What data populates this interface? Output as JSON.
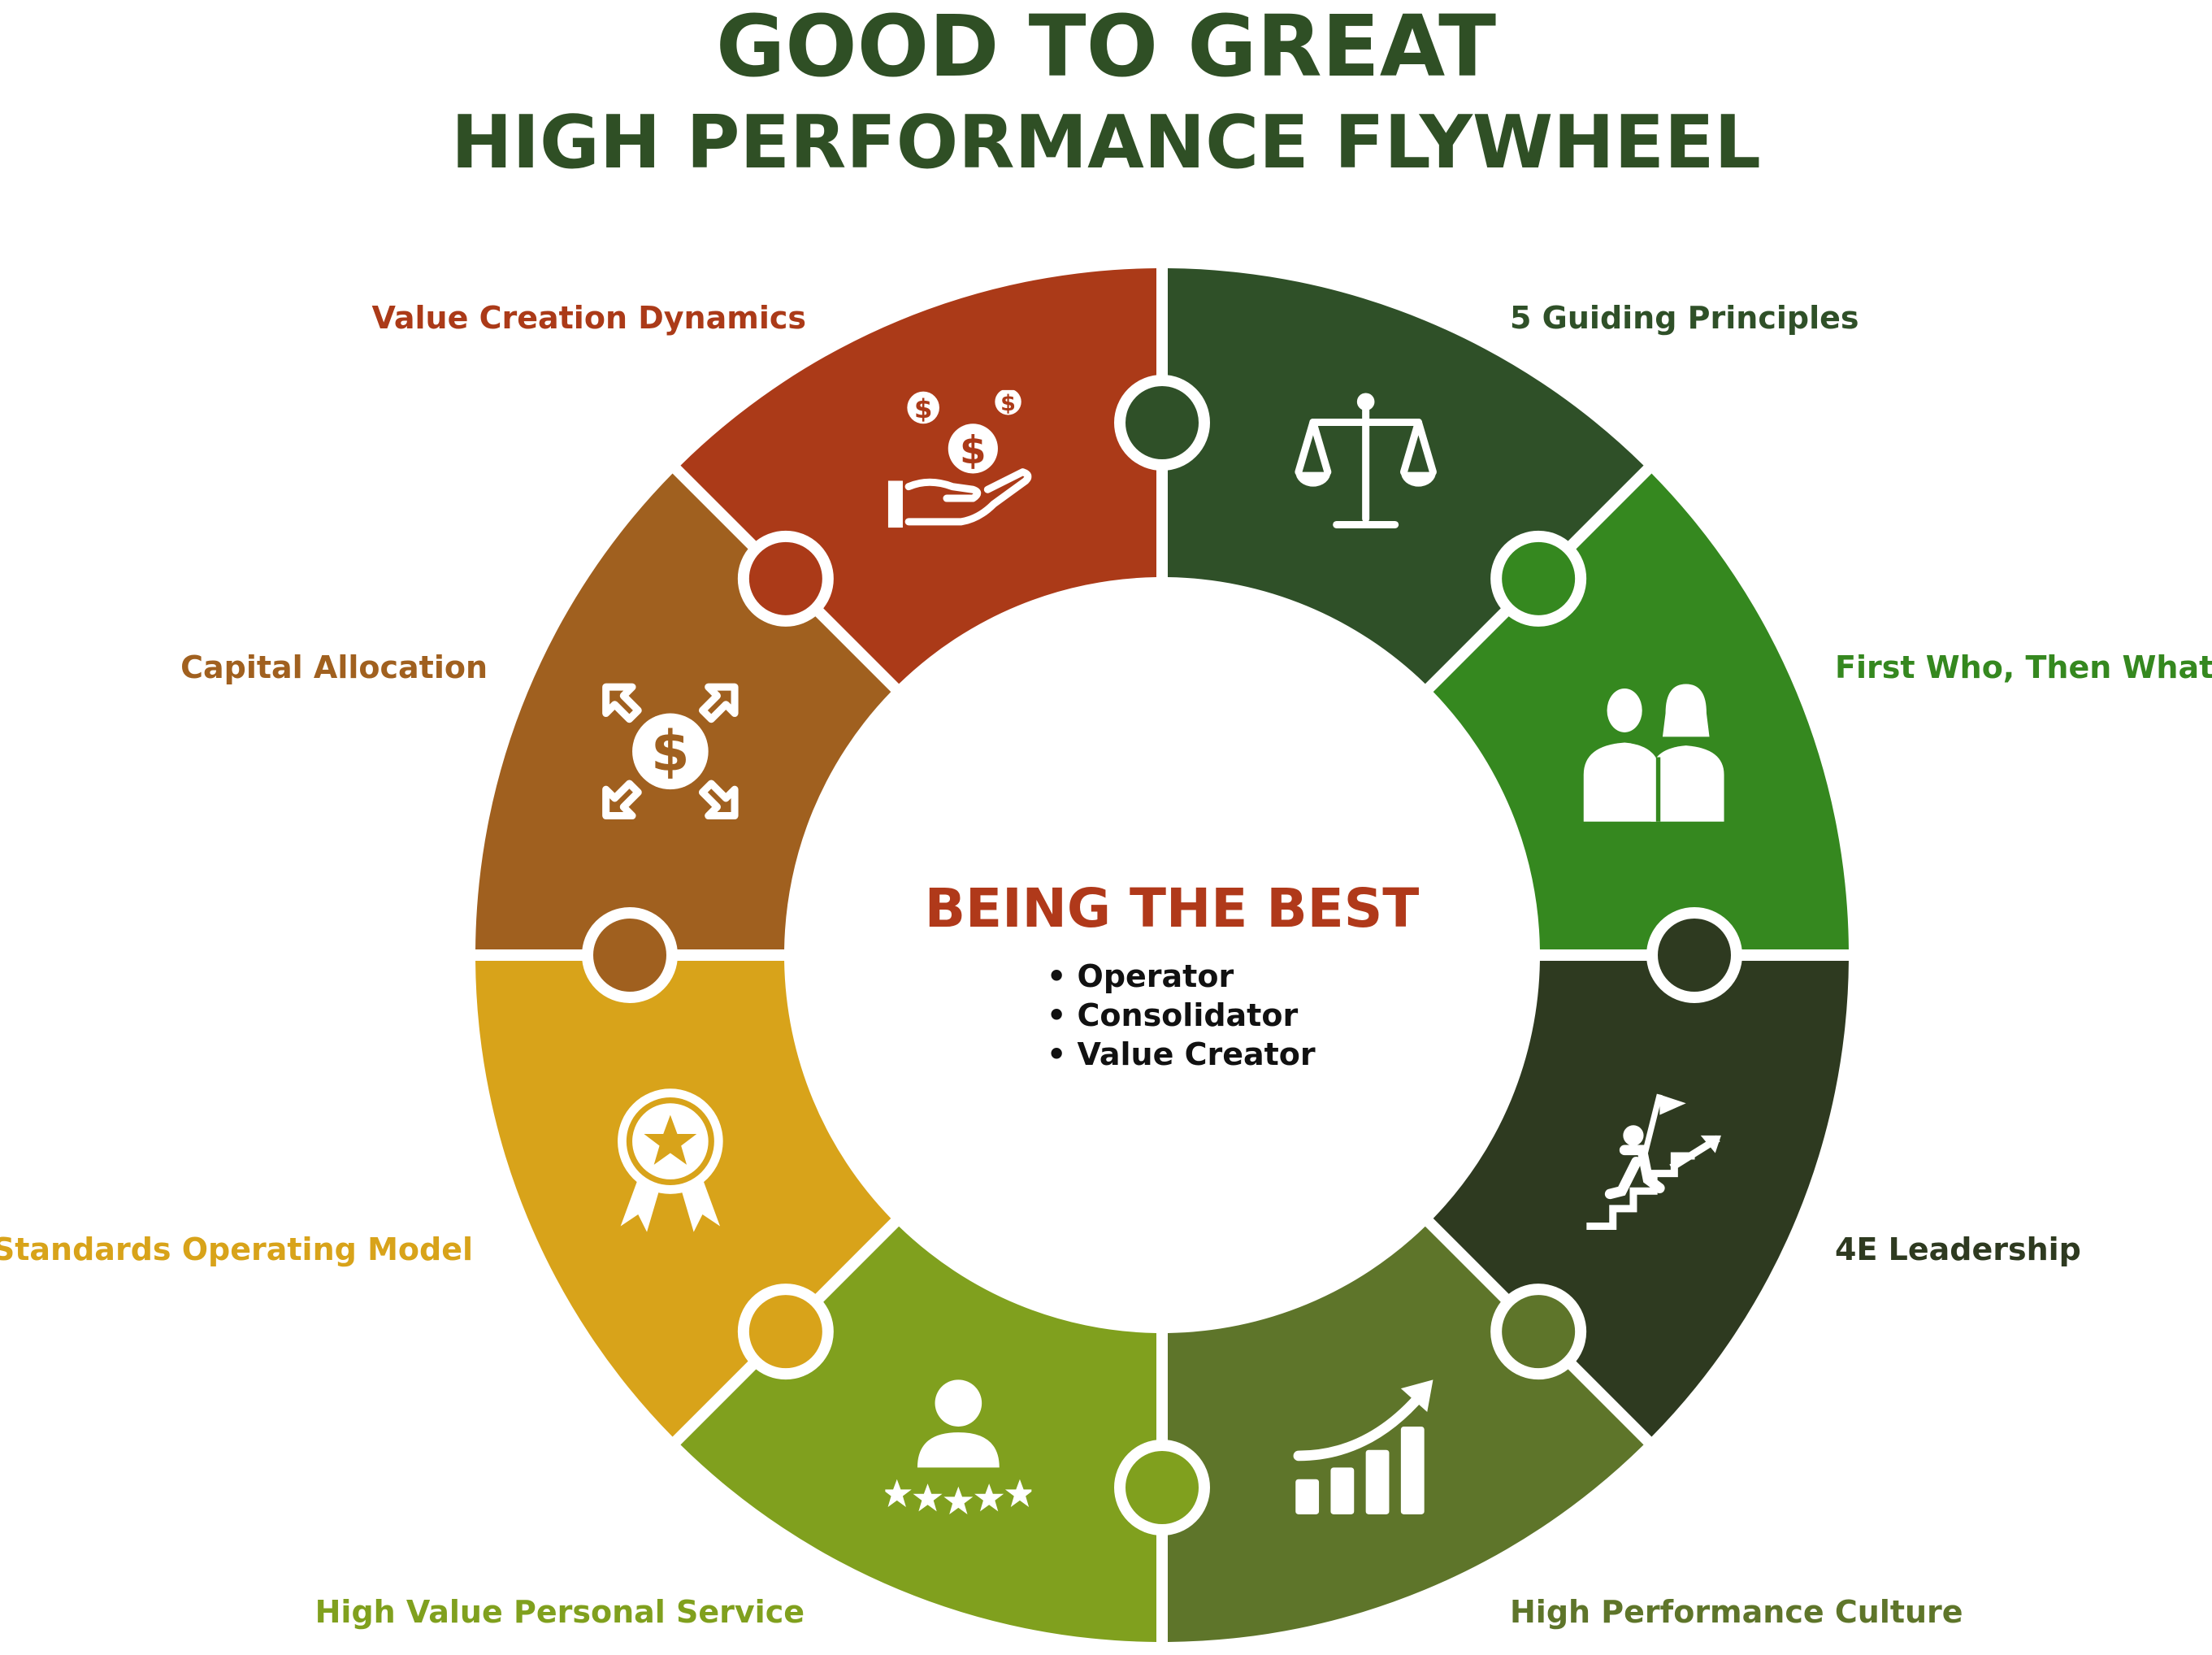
{
  "title": {
    "line1": "GOOD TO GREAT",
    "line2": "HIGH PERFORMANCE FLYWHEEL",
    "color": "#2f4f25"
  },
  "center": {
    "heading": "BEING THE BEST",
    "heading_color": "#b0391a",
    "items": [
      "• Operator",
      "• Consolidator",
      "• Value Creator"
    ]
  },
  "segments": [
    {
      "label": "5 Guiding Principles",
      "color": "#2f5028",
      "icon": "scales-icon"
    },
    {
      "label": "First Who, Then What",
      "color": "#35881f",
      "icon": "team-people-icon"
    },
    {
      "label": "4E Leadership",
      "color": "#2e3a20",
      "icon": "climbing-stairs-flag-icon"
    },
    {
      "label": "High Performance Culture",
      "color": "#5e752a",
      "icon": "growth-chart-icon"
    },
    {
      "label": "High Value Personal Service",
      "color": "#80a01e",
      "icon": "customer-rating-icon"
    },
    {
      "label": "Standards Operating Model",
      "color": "#d8a31a",
      "icon": "award-badge-icon"
    },
    {
      "label": "Capital Allocation",
      "color": "#a0601f",
      "icon": "dollar-expand-icon"
    },
    {
      "label": "Value Creation Dynamics",
      "color": "#ab3a18",
      "icon": "money-hand-icon"
    }
  ]
}
